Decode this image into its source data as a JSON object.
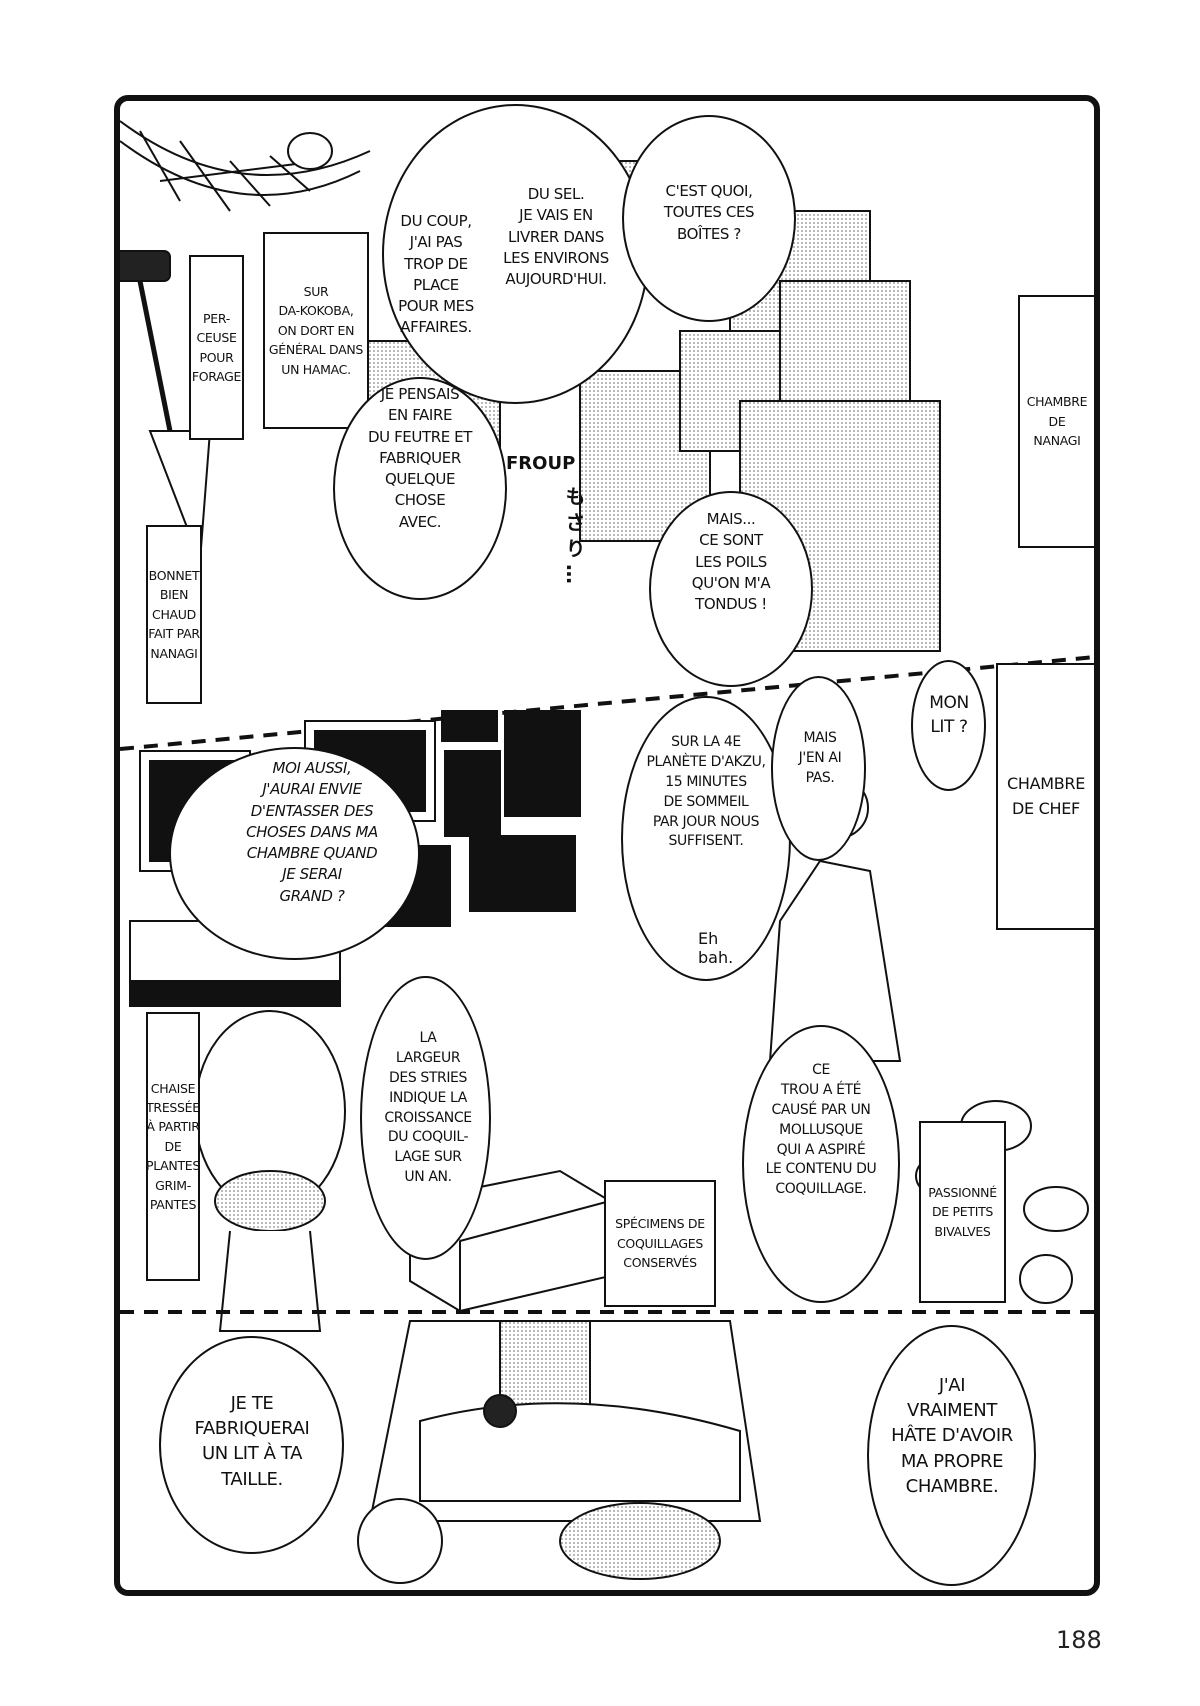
{
  "page_number": "188",
  "captions": {
    "drill": "PER-\nCEUSE\nPOUR\nFORAGE",
    "hammock": "SUR\nDA-KOKOBA,\nON DORT EN\nGÉNÉRAL DANS\nUN HAMAC.",
    "hat": "BONNET\nBIEN\nCHAUD\nFAIT PAR\nNANAGI",
    "nanagi_room": "CHAMBRE\nDE\nNANAGI",
    "chef_room": "CHAMBRE\nDE CHEF",
    "chair": "CHAISE\nTRESSÉE\nÀ PARTIR\nDE\nPLANTES\nGRIM-\nPANTES",
    "specimens": "SPÉCIMENS DE\nCOQUILLAGES\nCONSERVÉS",
    "bivalves": "PASSIONNÉ\nDE PETITS\nBIVALVES"
  },
  "bubbles": {
    "du_coup": "DU COUP,\nJ'AI PAS\nTROP DE\nPLACE\nPOUR MES\nAFFAIRES.",
    "du_sel": "DU SEL.\nJE VAIS EN\nLIVRER DANS\nLES ENVIRONS\nAUJOURD'HUI.",
    "cest_quoi": "C'EST QUOI,\nTOUTES CES\nBOÎTES ?",
    "je_pensais": "JE PENSAIS\nEN FAIRE\nDU FEUTRE ET\nFABRIQUER\nQUELQUE\nCHOSE\nAVEC.",
    "mais_poils": "MAIS...\nCE SONT\nLES POILS\nQU'ON M'A\nTONDUS !",
    "moi_aussi": "MOI AUSSI,\nJ'AURAI ENVIE\nD'ENTASSER DES\nCHOSES DANS MA\nCHAMBRE QUAND\nJE SERAI\nGRAND ?",
    "sur_la_4e": "SUR LA 4E\nPLANÈTE D'AKZU,\n15 MINUTES\nDE SOMMEIL\nPAR JOUR NOUS\nSUFFISENT.",
    "mais_jen_ai_pas": "MAIS\nJ'EN AI\nPAS.",
    "mon_lit": "MON\nLIT ?",
    "la_largeur": "LA\nLARGEUR\nDES STRIES\nINDIQUE LA\nCROISSANCE\nDU COQUIL-\nLAGE SUR\nUN AN.",
    "ce_trou": "CE\nTROU A ÉTÉ\nCAUSÉ PAR UN\nMOLLUSQUE\nQUI A ASPIRÉ\nLE CONTENU DU\nCOQUILLAGE.",
    "je_te_fabriquerai": "JE TE\nFABRIQUERAI\nUN LIT À TA\nTAILLE.",
    "jai_vraiment": "J'AI\nVRAIMENT\nHÂTE D'AVOIR\nMA PROPRE\nCHAMBRE."
  },
  "sfx": {
    "froup": "FROUP",
    "mosari": "もさり…",
    "eh_bah": "Eh\nbah."
  }
}
